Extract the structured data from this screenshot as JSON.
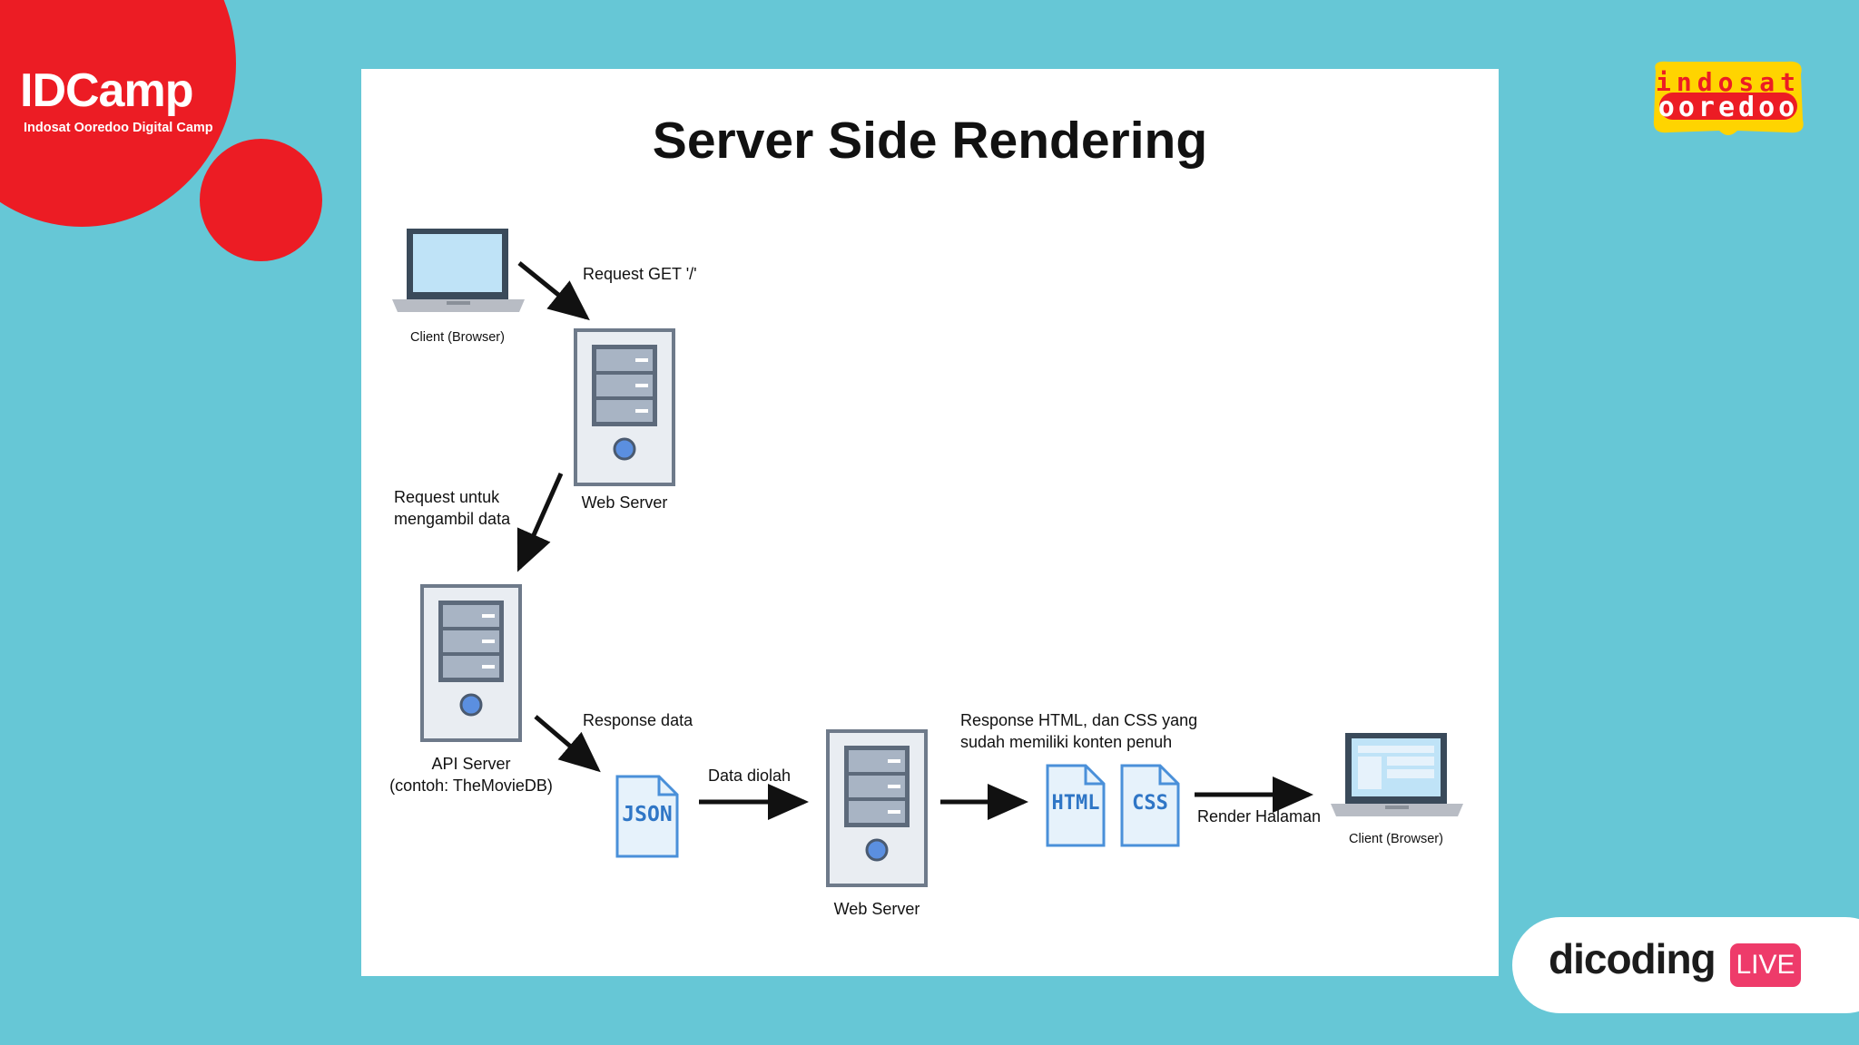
{
  "branding": {
    "idcamp_wordmark": "IDCamp",
    "idcamp_tagline": "Indosat Ooredoo Digital Camp",
    "indosat_line1": "indosat",
    "indosat_line2": "ooredoo",
    "dicoding_wordmark": "dicoding",
    "live_badge": "LIVE"
  },
  "colors": {
    "background": "#66c7d6",
    "brand_red": "#ec1c24",
    "indosat_yellow": "#ffd400",
    "live_pink": "#ee3b6a"
  },
  "slide": {
    "title": "Server Side Rendering",
    "nodes": {
      "client_top": "Client (Browser)",
      "web_server_top": "Web Server",
      "api_server": "API Server",
      "api_server_note": "(contoh: TheMovieDB)",
      "json_file": "JSON",
      "web_server_bottom": "Web Server",
      "html_file": "HTML",
      "css_file": "CSS",
      "client_bottom": "Client (Browser)"
    },
    "edges": {
      "request_get": "Request GET '/'",
      "request_data_line1": "Request untuk",
      "request_data_line2": "mengambil data",
      "response_data": "Response data",
      "data_processed": "Data diolah",
      "response_html_line1": "Response HTML, dan CSS yang",
      "response_html_line2": "sudah memiliki konten penuh",
      "render_page": "Render Halaman"
    }
  }
}
